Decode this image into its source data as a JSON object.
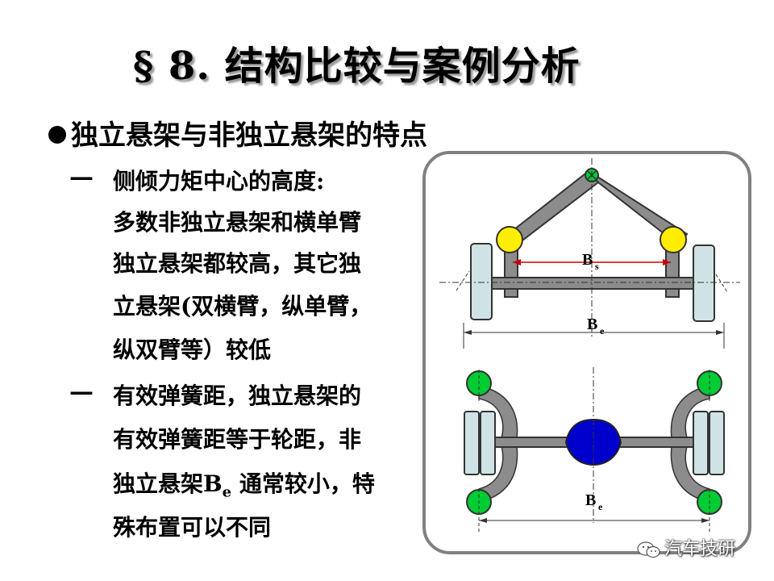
{
  "title": "§ 8. 结构比较与案例分析",
  "heading": "独立悬架与非独立悬架的特点",
  "items": [
    {
      "dash": "—",
      "lines": [
        "侧倾力矩中心的高度:",
        "多数非独立悬架和横单臂",
        "独立悬架都较高，其它独",
        "立悬架(双横臂，纵单臂，",
        "纵双臂等）较低"
      ]
    },
    {
      "dash": "—",
      "lines": [
        "有效弹簧距，独立悬架的",
        "有效弹簧距等于轮距，非"
      ],
      "line_sub": {
        "before": "独立悬架B",
        "sub": "e",
        "after": " 通常较小，特"
      },
      "last": "殊布置可以不同"
    }
  ],
  "diagram": {
    "top_label_main": "B",
    "top_label_sub": "s",
    "mid_label_main": "B",
    "mid_label_sub": "e",
    "bottom_label_main": "B",
    "bottom_label_sub": "e"
  },
  "colors": {
    "arm": "#8c8c8c",
    "axle": "#8c8c8c",
    "tire": "#cfe3e6",
    "joint_yellow": "#ffee00",
    "joint_green": "#00cc33",
    "diff_blue": "#0000cc",
    "dim_line": "#cc0000"
  },
  "watermark": "汽车技研"
}
